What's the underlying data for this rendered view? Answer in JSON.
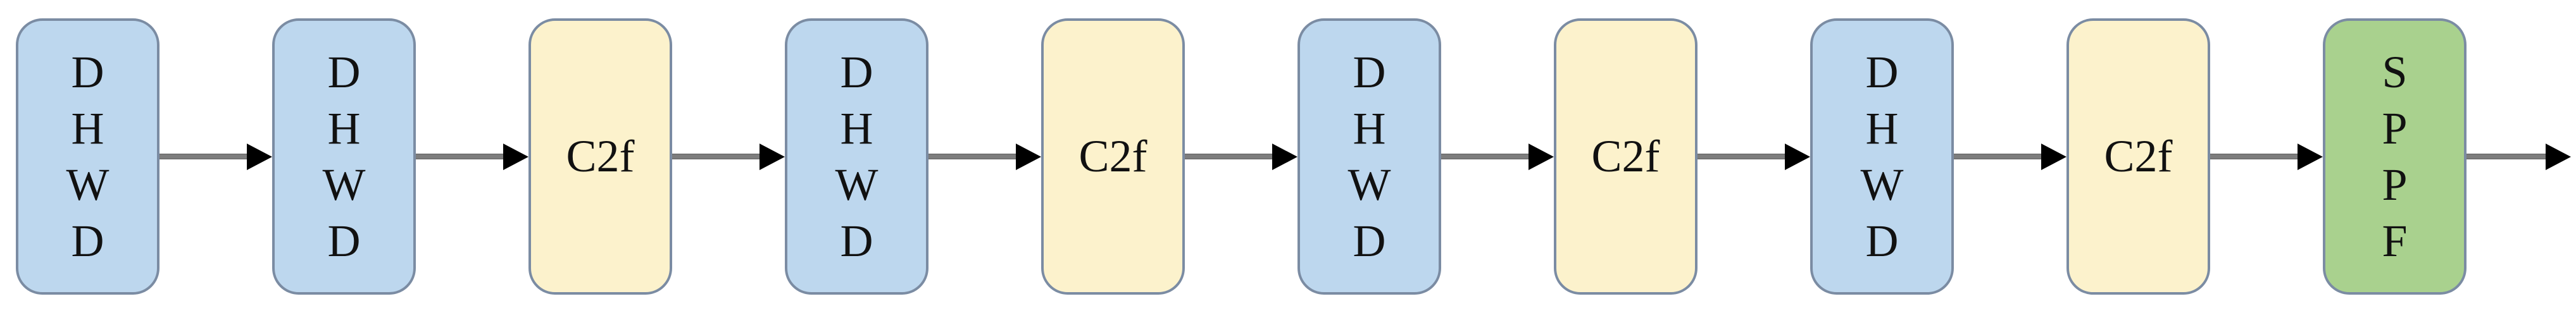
{
  "diagram": {
    "description": "Backbone flow diagram of stacked network blocks connected left-to-right by arrows",
    "colors": {
      "background": "#ffffff",
      "blue_fill": "#bdd7ee",
      "yellow_fill": "#fcf2cc",
      "green_fill": "#a9d18e",
      "node_border": "#7b8ca3",
      "arrow_shaft": "#7d7d7d",
      "arrow_head": "#000000",
      "text": "#111111"
    },
    "nodes": [
      {
        "id": "dhwd-1",
        "style": "blue",
        "text": "D\nH\nW\nD"
      },
      {
        "id": "dhwd-2",
        "style": "blue",
        "text": "D\nH\nW\nD"
      },
      {
        "id": "c2f-1",
        "style": "yellow",
        "text": "C2f"
      },
      {
        "id": "dhwd-3",
        "style": "blue",
        "text": "D\nH\nW\nD"
      },
      {
        "id": "c2f-2",
        "style": "yellow",
        "text": "C2f"
      },
      {
        "id": "dhwd-4",
        "style": "blue",
        "text": "D\nH\nW\nD"
      },
      {
        "id": "c2f-3",
        "style": "yellow",
        "text": "C2f"
      },
      {
        "id": "dhwd-5",
        "style": "blue",
        "text": "D\nH\nW\nD"
      },
      {
        "id": "c2f-4",
        "style": "yellow",
        "text": "C2f"
      },
      {
        "id": "sppf",
        "style": "green",
        "text": "S\nP\nP\nF"
      }
    ],
    "arrow_count": 10
  }
}
